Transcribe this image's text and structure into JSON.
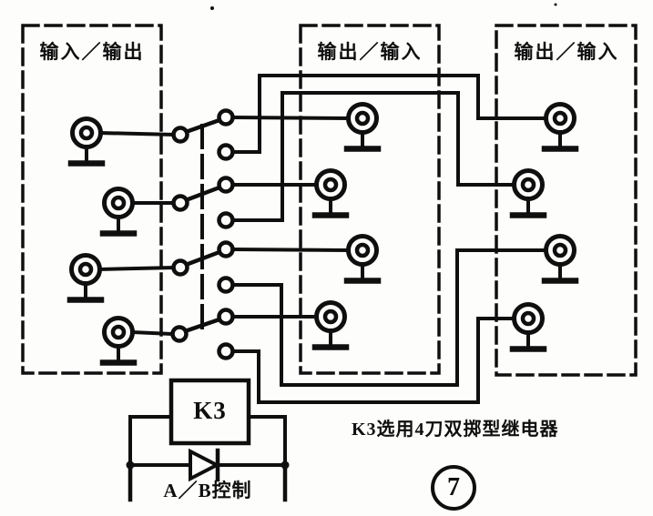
{
  "figure": {
    "boxes": [
      {
        "id": "left",
        "label": "输入／输出"
      },
      {
        "id": "middle",
        "label": "输出／输入"
      },
      {
        "id": "right",
        "label": "输出／输入"
      }
    ],
    "relay": {
      "label": "K3"
    },
    "control_label": "A／B控制",
    "caption": "K3选用4刀双掷型继电器",
    "figure_number": "7",
    "colors": {
      "ink": "#0f0f0f",
      "paper": "#fdfdfb"
    }
  }
}
